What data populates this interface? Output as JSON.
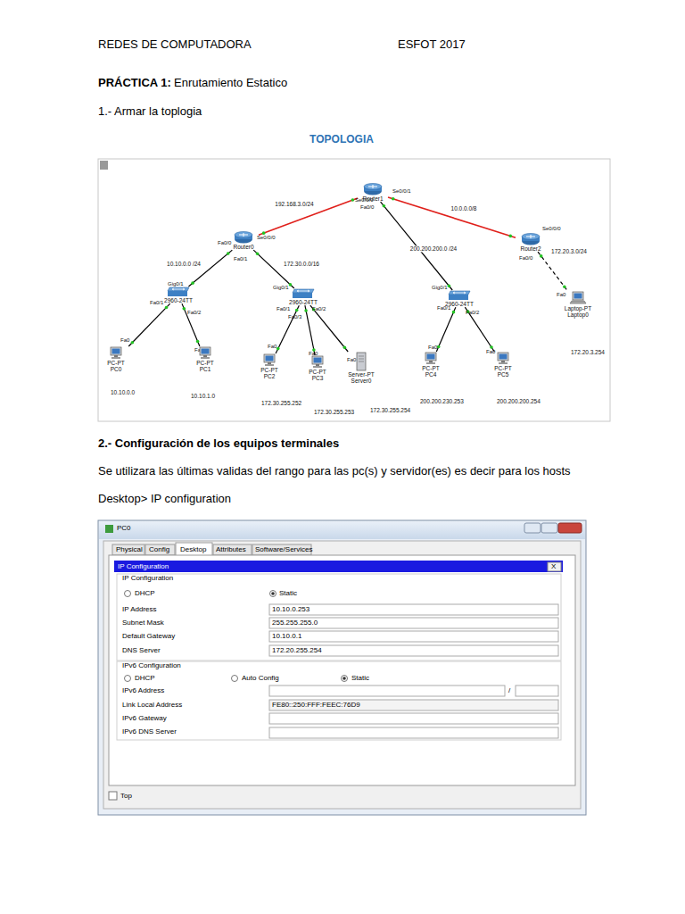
{
  "diagram": {
    "title": "TOPOLOGIA",
    "nodes": [
      {
        "text": [
          "Router1"
        ]
      },
      {
        "text": [
          "Router0"
        ]
      },
      {
        "text": [
          "Router2"
        ]
      },
      {
        "text": [
          "2960-24TT"
        ]
      },
      {
        "text": [
          "2960-24TT"
        ]
      },
      {
        "text": [
          "2960-24TT"
        ]
      },
      {
        "text": [
          "PC-PT PC0"
        ]
      },
      {
        "text": [
          "PC-PT PC1"
        ]
      },
      {
        "text": [
          "PC-PT PC2"
        ]
      },
      {
        "text": [
          "PC-PT PC3"
        ]
      },
      {
        "text": [
          "Server-PT Server0"
        ]
      },
      {
        "text": [
          "PC-PT PC4"
        ]
      },
      {
        "text": [
          "PC-PT PC5"
        ]
      },
      {
        "text": [
          "Laptop-PT Laptop0"
        ]
      }
    ],
    "edges": [
      {
        "from": 0,
        "to": 1,
        "arrow": "none",
        "label": "192.168.3.0/24"
      },
      {
        "from": 0,
        "to": 2,
        "arrow": "none",
        "label": "10.0.0.0/8"
      },
      {
        "from": 0,
        "to": 5,
        "arrow": "none",
        "label": "200.200.200.0 /24"
      },
      {
        "from": 1,
        "to": 3,
        "arrow": "none",
        "label": "10.10.0.0 /24"
      },
      {
        "from": 1,
        "to": 4,
        "arrow": "none",
        "label": "172.30.0.0/16"
      },
      {
        "from": 2,
        "to": 13,
        "arrow": "none",
        "label": "172.20.3.0/24"
      },
      {
        "from": 3,
        "to": 6,
        "arrow": "none"
      },
      {
        "from": 3,
        "to": 7,
        "arrow": "none"
      },
      {
        "from": 4,
        "to": 8,
        "arrow": "none"
      },
      {
        "from": 4,
        "to": 9,
        "arrow": "none"
      },
      {
        "from": 4,
        "to": 10,
        "arrow": "none"
      },
      {
        "from": 5,
        "to": 11,
        "arrow": "none"
      },
      {
        "from": 5,
        "to": 12,
        "arrow": "none"
      }
    ],
    "labels": [
      "REDES DE COMPUTADORA",
      "ESFOT 2017",
      "PRÁCTICA 1:",
      "Enrutamiento Estatico",
      "1.- Armar la toplogia",
      "2.- Configuración de los equipos terminales",
      "Se utilizara las últimas validas del rango para las pc(s) y servidor(es) es decir para los hosts",
      "Desktop> IP configuration",
      "Se0/0/1",
      "Se0/0/0",
      "Fa0/0",
      "Fa0/0",
      "Se0/0/0",
      "Fa0/1",
      "Gig0/1",
      "Fa0/1",
      "Fa0/2",
      "Gig0/1",
      "Fa0/1",
      "Fa0/3",
      "Fa0/2",
      "Gig0/1",
      "Fa0/1",
      "Fa0/2",
      "Se0/0/0",
      "Fa0/0",
      "Fa0",
      "Fa0",
      "Fa0",
      "Fa0",
      "Fa0",
      "Fa0",
      "Fa0",
      "Fa0",
      "10.10.0.0",
      "10.10.1.0",
      "172.30.255.252",
      "172.30.255.253",
      "172.30.255.254",
      "200.200.230.253",
      "200.200.200.254",
      "172.20.3.254",
      "PC0",
      "Physical",
      "Config",
      "Desktop",
      "Attributes",
      "Software/Services",
      "IP Configuration",
      "X",
      "IP Configuration",
      "DHCP",
      "Static",
      "IP Address",
      "10.10.0.253",
      "Subnet Mask",
      "255.255.255.0",
      "Default Gateway",
      "10.10.0.1",
      "DNS Server",
      "172.20.255.254",
      "IPv6 Configuration",
      "DHCP",
      "Auto Config",
      "Static",
      "IPv6 Address",
      "/",
      "Link Local Address",
      "FE80::250:FFF:FEEC:76D9",
      "IPv6 Gateway",
      "IPv6 DNS Server",
      "Top"
    ]
  }
}
